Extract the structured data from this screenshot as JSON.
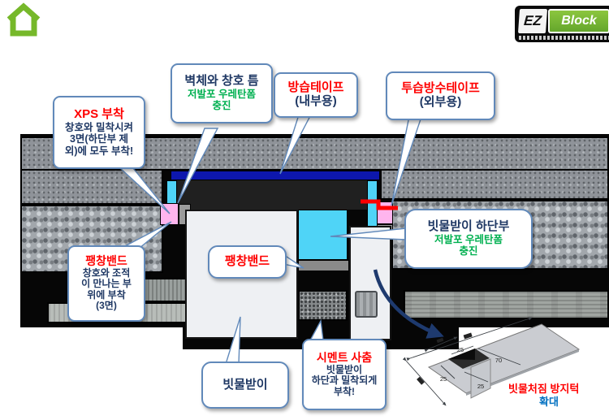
{
  "header": {
    "logo_ez": "EZ",
    "logo_block": "Block"
  },
  "callouts": {
    "xps": {
      "title": "XPS 부착",
      "lines": [
        "창호와 밀착시켜",
        "3면(하단부 제",
        "외)에 모두 부착!"
      ]
    },
    "wall_gap": {
      "title": "벽체와 창호 틈",
      "lines": [
        "저발포 우레탄폼",
        "충진"
      ]
    },
    "vapor_tape": {
      "title": "방습테이프",
      "lines": [
        "(내부용)"
      ]
    },
    "breathable_tape": {
      "title": "투습방수테이프",
      "lines": [
        "(외부용)"
      ]
    },
    "expansion_band_left": {
      "title": "팽창밴드",
      "lines": [
        "창호와 조적",
        "이 만나는 부",
        "위에 부착",
        "(3면)"
      ]
    },
    "expansion_band_center": {
      "title": "팽창밴드"
    },
    "gutter_bottom": {
      "title": "빗물받이 하단부",
      "lines": [
        "저발포 우레탄폼",
        "충진"
      ]
    },
    "gutter": {
      "title": "빗물받이"
    },
    "cement": {
      "title": "시멘트 사춤",
      "lines": [
        "빗물받이",
        "하단과 밀착되게",
        "부착!"
      ]
    }
  },
  "mini_diagram": {
    "dim_top": "25",
    "dim_right": "70",
    "dim_left": "25",
    "dim_bottom": "25",
    "label_red": "빗물처짐 방지턱",
    "label_blue": "확대"
  },
  "colors": {
    "bubble_border": "#6189ba",
    "navy_text": "#1f3864",
    "red_text": "#ff0000",
    "green_text": "#00b050",
    "blue_text": "#0070c0",
    "vapor_tape_blue": "#0d17ad",
    "foam_cyan": "#4fd4f7",
    "xps_pink": "#ffb5ee",
    "logo_green": "#8cc63e",
    "house_icon_green": "#76b82a",
    "arrow_navy": "#1e3a6e"
  }
}
